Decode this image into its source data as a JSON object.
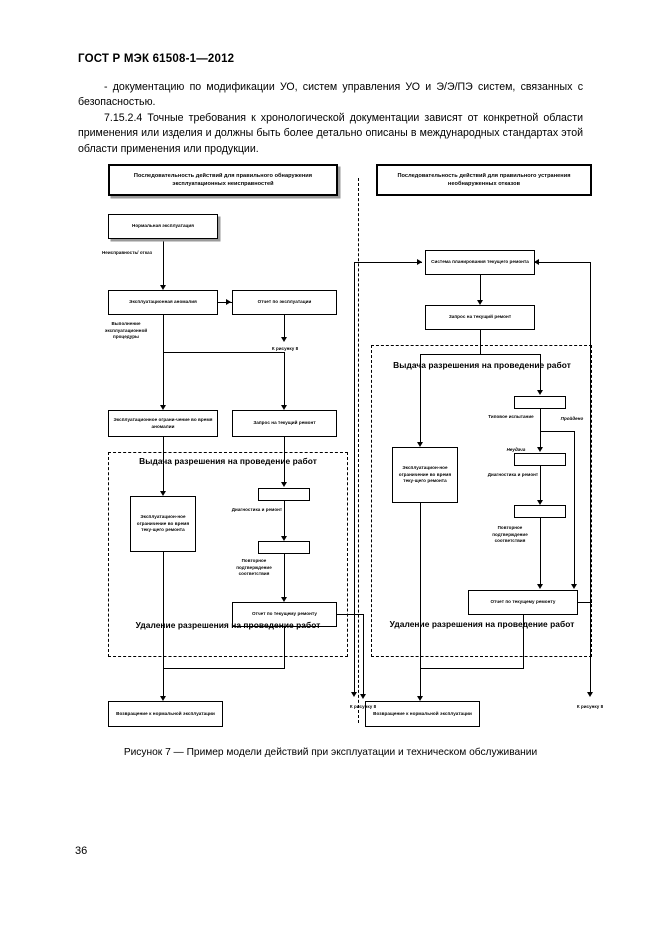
{
  "document": {
    "header": "ГОСТ Р МЭК 61508-1—2012",
    "page_number": "36",
    "paragraphs": [
      "- документацию по модификации УО, систем управления УО и Э/Э/ПЭ систем, связанных с безопасностью.",
      "7.15.2.4  Точные требования к хронологической документации зависят от конкретной области применения или изделия и должны быть более детально описаны в международных стандартах этой области применения или продукции."
    ],
    "figure_caption": "Рисунок 7 — Пример модели действий при эксплуатации и техническом обслуживании"
  },
  "figure": {
    "left_column": {
      "title": "Последовательность действий для правильного обнаружения эксплуатационных неисправностей",
      "nodes": {
        "normal_operation": "Нормальная эксплуатация",
        "operational_anomaly": "Эксплуатационная аномалия",
        "operation_report": "Отчет по эксплуатации",
        "operational_limit_anomaly": "Эксплуатационное ограни-чение во время аномалии",
        "maintenance_request": "Запрос на текущий ремонт",
        "operational_limit_maintenance": "Эксплуатацион-ное ограничение во время теку-щего ремонта",
        "maintenance_report": "Отчет по текущему ремонту",
        "return_to_normal": "Возвращение к нормальной эксплуатации"
      },
      "labels": {
        "fault_failure": "Неисправность/ отказ",
        "operational_procedure": "Выполнение эксплуатационной процедуры",
        "to_figure_8_top": "К рисунку 8",
        "diagnostics_repair": "Диагностика и ремонт",
        "reconfirm_conformity": "Повторное подтверждение соответствия",
        "to_figure_8_bottom": "К рисунку 8",
        "permit_issue": "Выдача разрешения на проведение работ",
        "permit_remove": "Удаление разрешения на проведение работ"
      }
    },
    "right_column": {
      "title": "Последовательность действий для правильного устранения необнаруженных отказов",
      "nodes": {
        "maintenance_planning_system": "Система планирования текущего ремонта",
        "maintenance_request": "Запрос на текущий ремонт",
        "operational_limit_maintenance": "Эксплуатацион-ное ограничение во время теку-щего ремонта",
        "maintenance_report": "Отчет по текущему ремонту",
        "return_to_normal": "Возвращение к нормальной эксплуатации"
      },
      "labels": {
        "type_test": "Типовое испытание",
        "passed": "Пройдено",
        "failed": "Неудача",
        "diagnostics_repair": "Диагностика и ремонт",
        "reconfirm_conformity": "Повторное подтверждение соответствия",
        "to_figure_8": "К рисунку 8",
        "permit_issue": "Выдача разрешения на проведение работ",
        "permit_remove": "Удаление разрешения на проведение работ"
      }
    }
  }
}
